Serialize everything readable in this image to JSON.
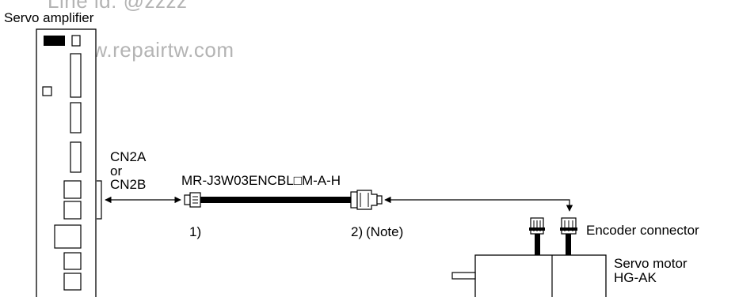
{
  "watermark": {
    "line1": "Line id:   @zzzz",
    "line2": "www.repairtw.com"
  },
  "labels": {
    "servo_amplifier": "Servo amplifier",
    "cn2a": "CN2A",
    "or": "or",
    "cn2b": "CN2B",
    "cable_model": "MR-J3W03ENCBL□M-A-H",
    "connector_1": "1)",
    "connector_2": "2)",
    "note": "(Note)",
    "encoder_connector": "Encoder connector",
    "servo_motor": "Servo motor",
    "motor_model": "HG-AK"
  }
}
